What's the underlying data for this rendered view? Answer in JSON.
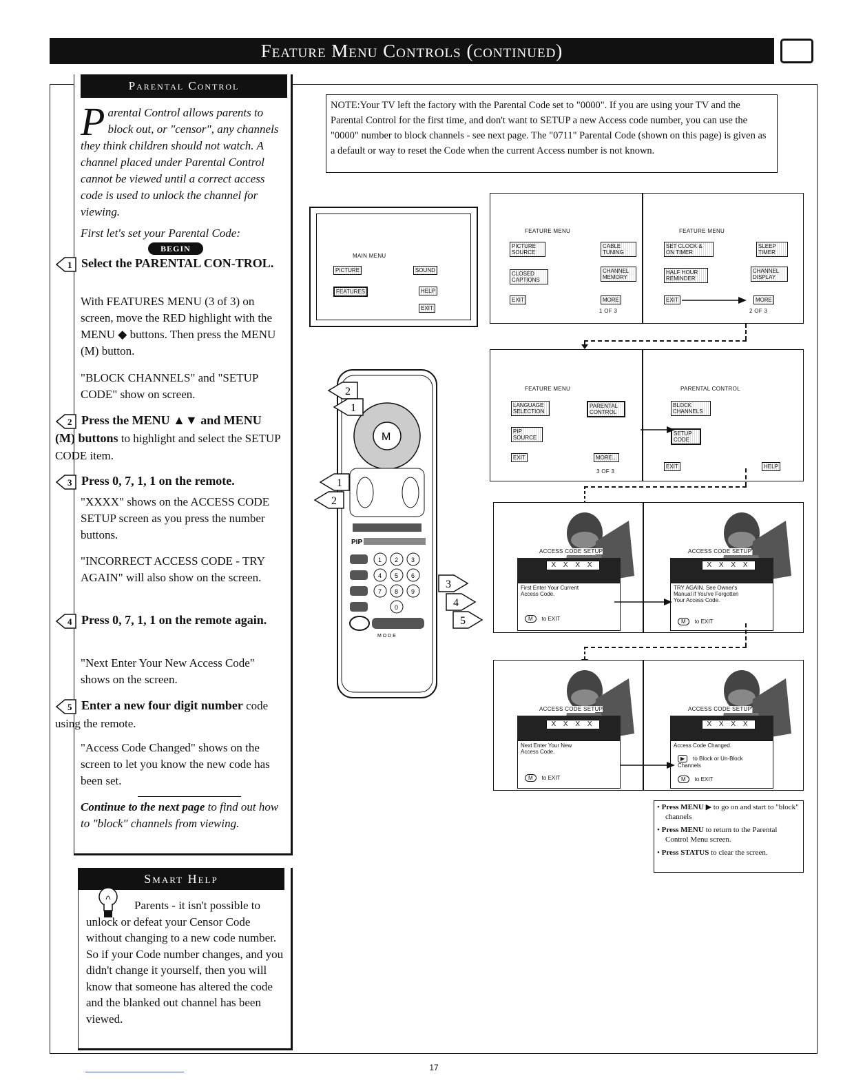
{
  "header": {
    "title": "Feature Menu Controls (continued)"
  },
  "parental": {
    "title": "Parental Control",
    "intro_dropcap": "P",
    "intro": "arental Control allows parents to block out, or \"censor\", any channels they think children should not watch. A channel placed under Parental Control cannot be viewed until a correct access code is used to unlock the channel for viewing.",
    "first_line": "First let's set your Parental Code:",
    "begin": "BEGIN",
    "steps": [
      {
        "num": "1",
        "head": "Select the PARENTAL CON-TROL.",
        "body": [
          "With FEATURES MENU (3 of 3) on screen, move the RED highlight with the MENU ◆ buttons. Then press the MENU (M) button.",
          "\"BLOCK CHANNELS\" and \"SETUP CODE\" show on screen."
        ]
      },
      {
        "num": "2",
        "head": "Press the MENU ▲▼ and MENU (M) buttons",
        "head_rest": " to highlight and select the SETUP CODE item."
      },
      {
        "num": "3",
        "head": "Press 0, 7, 1, 1 on the remote.",
        "body": [
          "\"XXXX\" shows on the ACCESS CODE SETUP screen as you press the number buttons.",
          "\"INCORRECT ACCESS CODE - TRY AGAIN\" will also show on the screen."
        ]
      },
      {
        "num": "4",
        "head": "Press 0, 7, 1, 1 on the remote again.",
        "body": [
          "\"Next Enter Your New Access Code\" shows on the screen."
        ]
      },
      {
        "num": "5",
        "head": "Enter a new four digit number",
        "head_rest": " code using the remote.",
        "body": [
          "\"Access Code Changed\" shows on the screen to let you know the new code has been set."
        ]
      }
    ],
    "continue_bold": "Continue to the next page",
    "continue_rest": " to find out how to \"block\" channels from viewing."
  },
  "smart_help": {
    "title": "Smart Help",
    "text": "Parents - it isn't possible to unlock or defeat your Censor Code without changing to a new code number. So if your Code number changes, and you didn't change it yourself, then you will know that someone has altered the code and the blanked out channel has been viewed."
  },
  "note": "NOTE:Your TV left the factory with the Parental Code set to \"0000\". If you are using your TV and the Parental Control for the first time, and don't want to SETUP a new Access code number, you can use the \"0000\" number to block channels - see next page. The \"0711\" Parental Code (shown on this page) is given as a default or way to reset the Code when the current Access number is not known.",
  "screens": {
    "main_menu": {
      "label": "MAIN MENU",
      "buttons": [
        "PICTURE",
        "SOUND",
        "FEATURES",
        "HELP",
        "EXIT"
      ]
    },
    "feature1": {
      "label": "FEATURE MENU",
      "buttons": [
        "PICTURE SOURCE",
        "CABLE TUNING",
        "CLOSED CAPTIONS",
        "CHANNEL MEMORY",
        "EXIT",
        "MORE"
      ],
      "page": "1 OF 3"
    },
    "feature2": {
      "label": "FEATURE MENU",
      "buttons": [
        "SET CLOCK & ON TIMER",
        "SLEEP TIMER",
        "HALF HOUR REMINDER",
        "CHANNEL DISPLAY",
        "EXIT",
        "MORE"
      ],
      "page": "2 OF 3"
    },
    "feature3": {
      "label": "FEATURE MENU",
      "buttons": [
        "LANGUAGE SELECTION",
        "PARENTAL CONTROL",
        "PIP SOURCE",
        "EXIT",
        "MORE..."
      ],
      "page": "3 OF 3"
    },
    "parental_menu": {
      "label": "PARENTAL CONTROL",
      "buttons": [
        "BLOCK CHANNELS",
        "SETUP CODE",
        "EXIT",
        "HELP"
      ]
    },
    "access1": {
      "title": "ACCESS CODE SETUP",
      "code": "X X X X",
      "msg": "First Enter Your Current Access Code.",
      "exit": "to EXIT"
    },
    "access2": {
      "title": "ACCESS CODE SETUP",
      "code": "X X X X",
      "msg": "TRY AGAIN. See Owner's Manual if You've Forgotten Your Access Code.",
      "exit": "to EXIT"
    },
    "access3": {
      "title": "ACCESS CODE SETUP",
      "code": "X X X X",
      "msg": "Next Enter Your New Access Code.",
      "exit": "to EXIT"
    },
    "access4": {
      "title": "ACCESS CODE SETUP",
      "code": "X X X X",
      "msg": "Access Code Changed.",
      "opt": "to Block or Un-Block Channels",
      "exit": "to EXIT"
    }
  },
  "remote": {
    "callouts": [
      "2",
      "1",
      "1",
      "2",
      "3",
      "4",
      "5"
    ],
    "pip": "PIP",
    "mode": "M O D E",
    "keys": [
      "1",
      "2",
      "3",
      "4",
      "5",
      "6",
      "7",
      "8",
      "9",
      "0"
    ]
  },
  "tips": [
    {
      "bold": "Press MENU ▶",
      "rest": " to go on and start to \"block\" channels"
    },
    {
      "bold": "Press MENU",
      "rest": " to return to the Parental Control Menu screen."
    },
    {
      "bold": "Press STATUS",
      "rest": " to clear the screen."
    }
  ],
  "page_number": "17"
}
